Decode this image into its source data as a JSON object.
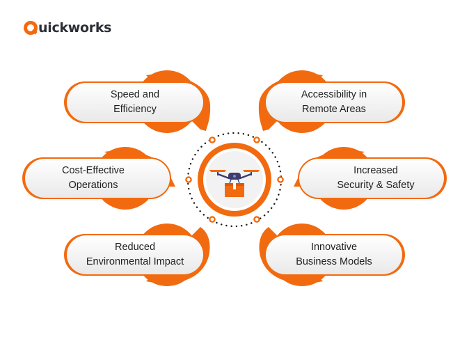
{
  "brand": {
    "name": "uickworks",
    "mark": "Q-logo",
    "accent": "#f26a0f"
  },
  "colors": {
    "accent": "#f26a0f",
    "card_fill": "#f3f3f3",
    "text": "#1f1f1f"
  },
  "center": {
    "icon": "delivery-drone-icon"
  },
  "benefits": [
    {
      "label": "Speed and\nEfficiency"
    },
    {
      "label": "Accessibility in\nRemote Areas"
    },
    {
      "label": "Cost-Effective\nOperations"
    },
    {
      "label": "Increased\nSecurity & Safety"
    },
    {
      "label": "Reduced\nEnvironmental Impact"
    },
    {
      "label": "Innovative\nBusiness Models"
    }
  ]
}
